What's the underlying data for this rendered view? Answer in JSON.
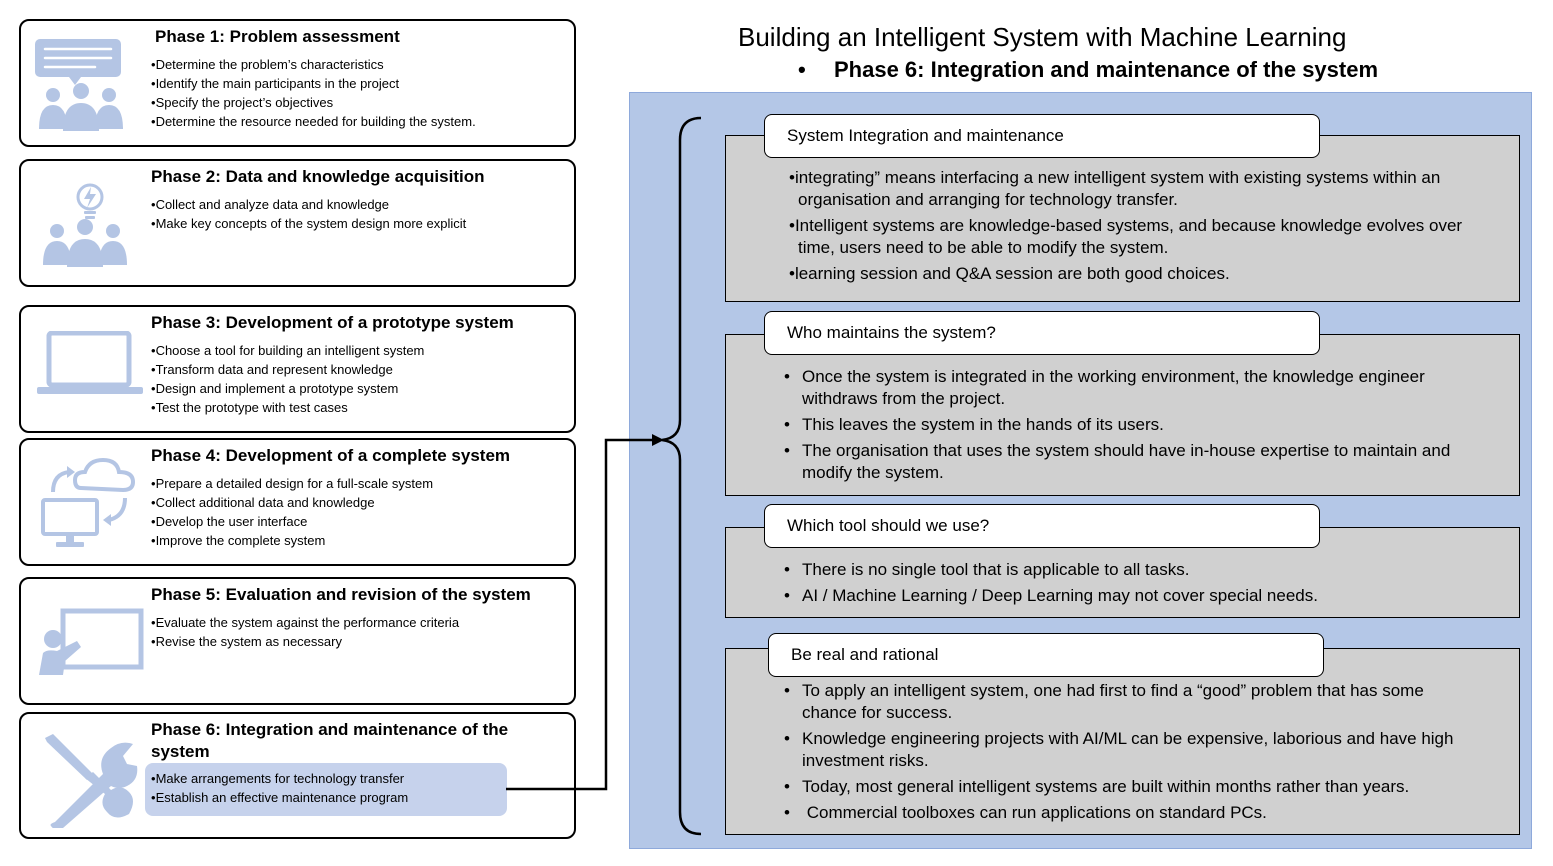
{
  "title": "Building an Intelligent System with Machine Learning",
  "subtitle": "Phase 6: Integration and maintenance of the system",
  "colors": {
    "icon": "#b4c5e4",
    "panel": "#b4c7e7",
    "section_bg": "#d0d0d0",
    "highlight": "#c6d2ec"
  },
  "phases": [
    {
      "title": "Phase 1: Problem assessment",
      "icon": "presentation-people-icon",
      "bullets": [
        "Determine the problem’s characteristics",
        "Identify the main participants in the project",
        "Specify the project’s objectives",
        "Determine the resource needed for building the system."
      ]
    },
    {
      "title": "Phase 2: Data and knowledge acquisition",
      "icon": "idea-people-icon",
      "bullets": [
        "Collect and analyze data and knowledge",
        "Make key concepts of the system design more explicit"
      ]
    },
    {
      "title": "Phase 3: Development of a prototype system",
      "icon": "laptop-icon",
      "bullets": [
        "Choose a tool for building an intelligent system",
        "Transform data and represent knowledge",
        "Design and implement a prototype system",
        "Test the prototype with test cases"
      ]
    },
    {
      "title": "Phase 4: Development of a complete system",
      "icon": "cloud-sync-icon",
      "bullets": [
        "Prepare a detailed design for a full-scale system",
        "Collect additional data and knowledge",
        "Develop the user interface",
        "Improve the complete system"
      ]
    },
    {
      "title": "Phase 5: Evaluation and revision of the system",
      "icon": "teacher-board-icon",
      "bullets": [
        "Evaluate the system against the performance criteria",
        "Revise the system as necessary"
      ]
    },
    {
      "title": "Phase 6: Integration and maintenance of the system",
      "icon": "tools-icon",
      "bullets": [
        "Make arrangements for technology transfer",
        "Establish an effective maintenance program"
      ]
    }
  ],
  "sections": [
    {
      "heading": "System Integration and maintenance",
      "bullets": [
        "integrating” means interfacing a new intelligent system with existing systems within an organisation and arranging for technology transfer.",
        "Intelligent systems are knowledge-based systems, and because knowledge evolves over time, users need to be able to modify the system.",
        "learning session and Q&A session are both good choices."
      ]
    },
    {
      "heading": "Who maintains the system?",
      "bullets": [
        "Once the system is integrated in the working environment, the knowledge engineer withdraws from the project.",
        "This leaves the system in the hands of its users.",
        "The organisation that uses the system should have in-house expertise to maintain and modify the system."
      ]
    },
    {
      "heading": "Which tool should we use?",
      "bullets": [
        "There is no single tool that is applicable to all tasks.",
        "AI / Machine Learning / Deep Learning may not cover special needs."
      ]
    },
    {
      "heading": "Be real and rational",
      "bullets": [
        "To apply an intelligent system, one had first to find a “good” problem that has some chance for success.",
        "Knowledge engineering projects with AI/ML can be expensive, laborious and have high investment risks.",
        "Today, most general intelligent systems are built within months rather than years.",
        " Commercial toolboxes can run applications on standard PCs."
      ]
    }
  ]
}
